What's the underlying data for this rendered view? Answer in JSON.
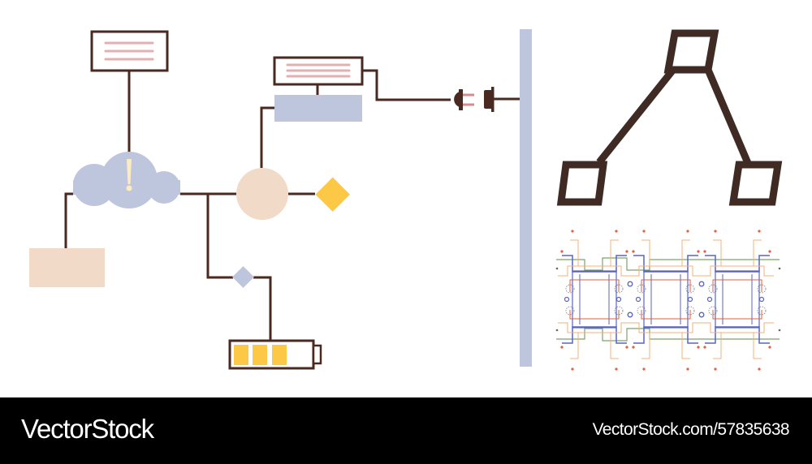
{
  "footer": {
    "brand": "VectorStock",
    "reference": "VectorStock.com/57835638"
  },
  "colors": {
    "line": "#4a2a20",
    "lavender": "#bec6de",
    "peach": "#f2dac8",
    "yellow": "#fcc845",
    "pink": "#e3afb2",
    "cream": "#fcebc0"
  },
  "diagram": {
    "nodes": [
      {
        "id": "top-note",
        "type": "text-card"
      },
      {
        "id": "cloud",
        "type": "cloud",
        "icon": "exclamation-icon"
      },
      {
        "id": "peach-block",
        "type": "block"
      },
      {
        "id": "hub-circle",
        "type": "circle"
      },
      {
        "id": "yellow-diamond",
        "type": "diamond"
      },
      {
        "id": "small-diamond",
        "type": "diamond"
      },
      {
        "id": "battery",
        "type": "battery",
        "charge_cells": 3,
        "total_cells": 4
      },
      {
        "id": "upper-note",
        "type": "text-card"
      },
      {
        "id": "lavender-block",
        "type": "block"
      },
      {
        "id": "plug",
        "type": "plug",
        "state": "disconnected"
      },
      {
        "id": "wall",
        "type": "divider"
      },
      {
        "id": "network",
        "type": "hierarchy",
        "nodes": 3
      },
      {
        "id": "circuit",
        "type": "circuit-pattern",
        "repeats": 3
      }
    ]
  }
}
